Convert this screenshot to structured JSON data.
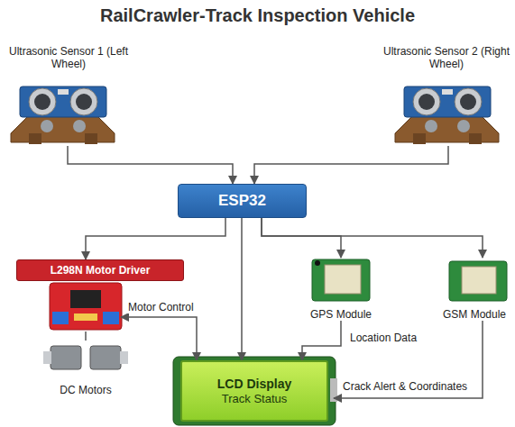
{
  "diagram": {
    "title": "RailCrawler-Track Inspection Vehicle",
    "nodes": [
      {
        "text": [
          "Ultrasonic Sensor 1 (Left Wheel)"
        ]
      },
      {
        "text": [
          "Ultrasonic Sensor 2 (Right Wheel)"
        ]
      },
      {
        "text": [
          "ESP32"
        ]
      },
      {
        "text": [
          "L298N Motor Driver"
        ]
      },
      {
        "text": [
          "DC Motors"
        ]
      },
      {
        "text": [
          "GPS Module"
        ]
      },
      {
        "text": [
          "GSM Module"
        ]
      },
      {
        "text": [
          "LCD Display",
          "Track Status"
        ]
      }
    ],
    "edges": [
      {
        "from": 0,
        "to": 2,
        "arrow": "to"
      },
      {
        "from": 1,
        "to": 2,
        "arrow": "to"
      },
      {
        "from": 2,
        "to": 3,
        "arrow": "to"
      },
      {
        "from": 2,
        "to": 7,
        "arrow": "to"
      },
      {
        "from": 2,
        "to": 5,
        "arrow": "to"
      },
      {
        "from": 2,
        "to": 6,
        "arrow": "to"
      },
      {
        "from": 3,
        "to": 7,
        "label": "Motor Control",
        "arrow": "both"
      },
      {
        "from": 5,
        "to": 7,
        "label": "Location Data",
        "arrow": "to"
      },
      {
        "from": 6,
        "to": 7,
        "label": "Crack Alert & Coordinates",
        "arrow": "to"
      },
      {
        "from": 3,
        "to": 4,
        "arrow": "none"
      }
    ]
  }
}
